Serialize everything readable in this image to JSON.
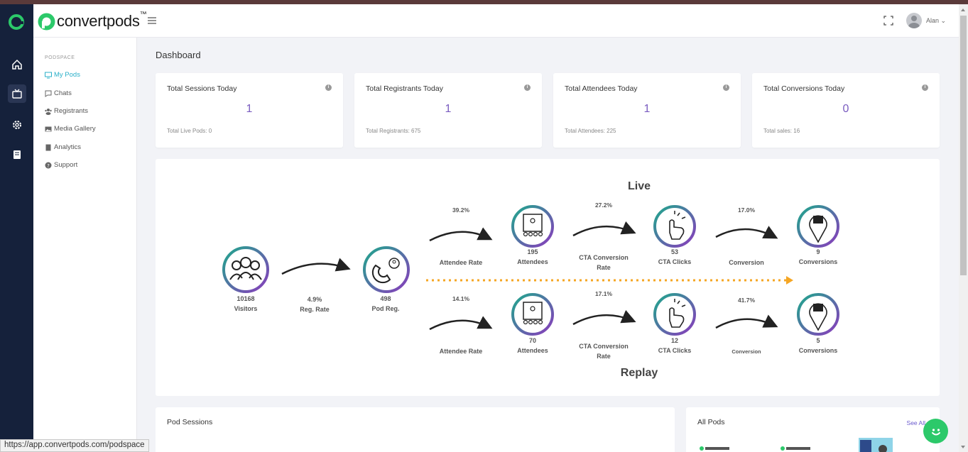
{
  "brand": {
    "name": "convertpods",
    "tm": "™"
  },
  "user": {
    "name": "Alan"
  },
  "sidebar": {
    "heading": "PODSPACE",
    "items": [
      {
        "label": "My Pods"
      },
      {
        "label": "Chats"
      },
      {
        "label": "Registrants"
      },
      {
        "label": "Media Gallery"
      },
      {
        "label": "Analytics"
      },
      {
        "label": "Support"
      }
    ]
  },
  "page": {
    "title": "Dashboard"
  },
  "stats": [
    {
      "title": "Total Sessions Today",
      "value": "1",
      "sub": "Total Live Pods: 0"
    },
    {
      "title": "Total Registrants Today",
      "value": "1",
      "sub": "Total Registrants: 675"
    },
    {
      "title": "Total Attendees Today",
      "value": "1",
      "sub": "Total Attendees: 225"
    },
    {
      "title": "Total Conversions Today",
      "value": "0",
      "sub": "Total sales: 16"
    }
  ],
  "funnel": {
    "live_label": "Live",
    "replay_label": "Replay",
    "visitors": {
      "count": "10168",
      "label": "Visitors"
    },
    "reg_rate": {
      "pct": "4.9%",
      "label": "Reg. Rate"
    },
    "pod_reg": {
      "count": "498",
      "label": "Pod Reg."
    },
    "live": {
      "attendee_rate": {
        "pct": "39.2%",
        "label": "Attendee Rate"
      },
      "attendees": {
        "count": "195",
        "label": "Attendees"
      },
      "cta_rate": {
        "pct": "27.2%",
        "label1": "CTA Conversion",
        "label2": "Rate"
      },
      "cta_clicks": {
        "count": "53",
        "label": "CTA Clicks"
      },
      "conversion": {
        "pct": "17.0%",
        "label": "Conversion"
      },
      "conversions": {
        "count": "9",
        "label": "Conversions"
      }
    },
    "replay": {
      "attendee_rate": {
        "pct": "14.1%",
        "label": "Attendee Rate"
      },
      "attendees": {
        "count": "70",
        "label": "Attendees"
      },
      "cta_rate": {
        "pct": "17.1%",
        "label1": "CTA Conversion",
        "label2": "Rate"
      },
      "cta_clicks": {
        "count": "12",
        "label": "CTA Clicks"
      },
      "conversion": {
        "pct": "41.7%",
        "label": "Conversion"
      },
      "conversions": {
        "count": "5",
        "label": "Conversions"
      }
    }
  },
  "sessions": {
    "title": "Pod Sessions"
  },
  "allpods": {
    "title": "All Pods",
    "see_all": "See All"
  },
  "statusbar": {
    "url": "https://app.convertpods.com/podspace"
  },
  "colors": {
    "accent": "#7a5cc0",
    "teal": "#2bb0c9",
    "green": "#2cc96a",
    "rail": "#15213b",
    "orange": "#f5a623"
  }
}
